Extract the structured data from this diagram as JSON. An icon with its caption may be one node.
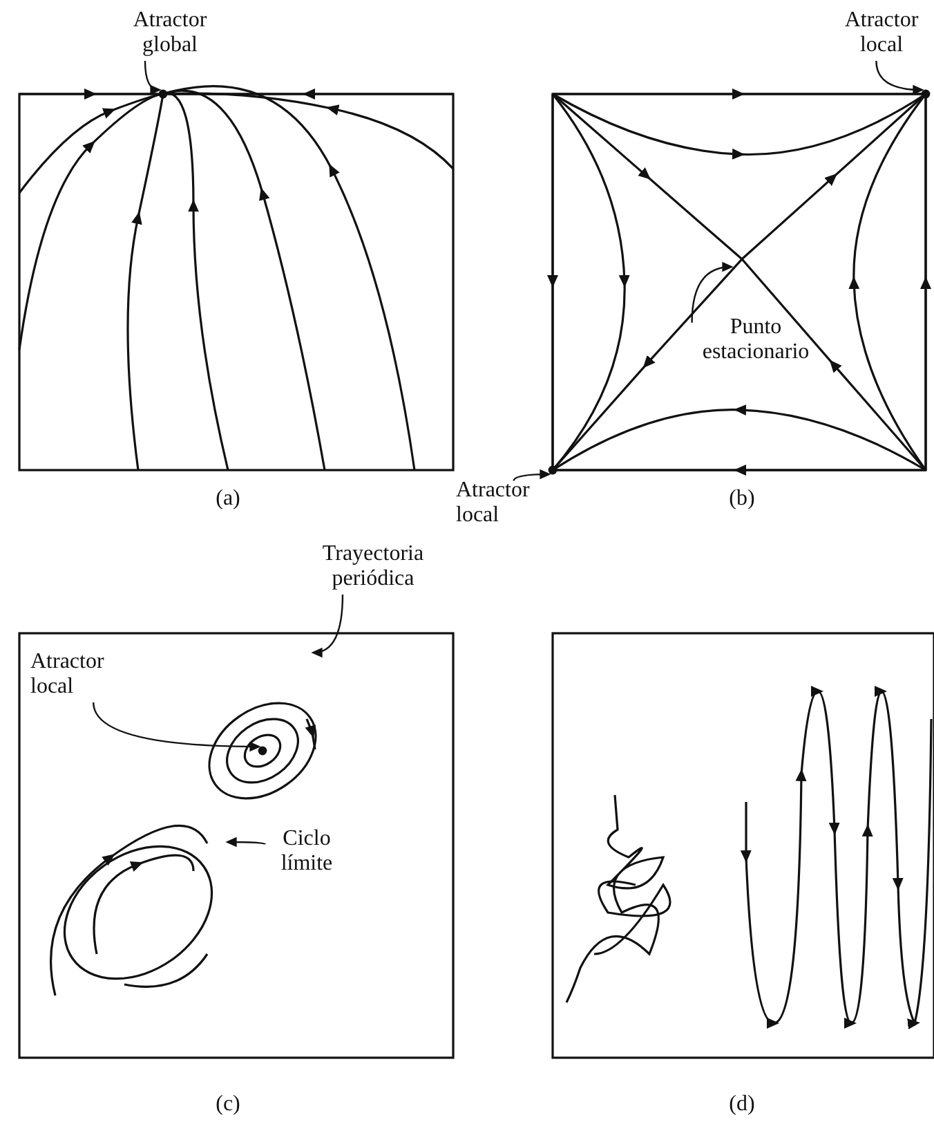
{
  "diagram": {
    "nodes": [
      {
        "text": [
          "Atractor global"
        ]
      },
      {
        "text": [],
        "shape": "circle"
      },
      {
        "text": [
          "Atractor local"
        ]
      },
      {
        "text": [],
        "shape": "circle"
      },
      {
        "text": [
          "Punto estacionario"
        ]
      },
      {
        "text": [
          "Atractor local"
        ]
      },
      {
        "text": [],
        "shape": "circle"
      },
      {
        "text": [
          "Trayectoria periódica"
        ]
      },
      {
        "text": [
          "Atractor local"
        ]
      },
      {
        "text": [],
        "shape": "circle"
      },
      {
        "text": [
          "Ciclo límite"
        ]
      }
    ],
    "edges": [
      {
        "from": 0,
        "to": 1,
        "arrow": "to"
      },
      {
        "from": 2,
        "to": 3,
        "arrow": "to"
      },
      {
        "from": 4,
        "to": null,
        "arrow": "to"
      },
      {
        "from": 5,
        "to": 6,
        "arrow": "to"
      },
      {
        "from": 7,
        "to": null,
        "arrow": "to"
      },
      {
        "from": 8,
        "to": 9,
        "arrow": "to"
      },
      {
        "from": 10,
        "to": null,
        "arrow": "to"
      }
    ],
    "labels": [
      "(a)",
      "(b)",
      "(c)",
      "(d)"
    ]
  }
}
